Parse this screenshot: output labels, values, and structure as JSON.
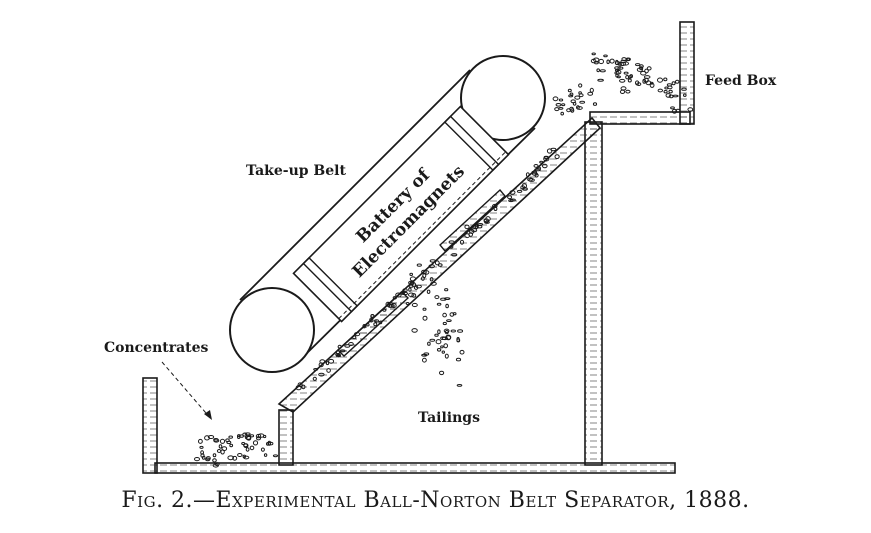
{
  "labels": {
    "feed_box": "Feed Box",
    "take_up_belt": "Take-up Belt",
    "battery_line1": "Battery of",
    "battery_line2": "Electromagnets",
    "concentrates": "Concentrates",
    "tailings": "Tailings"
  },
  "caption": "Fig. 2.—Experimental Ball-Norton Belt Separator, 1888.",
  "colors": {
    "ink": "#1a1a1a",
    "paper": "#ffffff"
  }
}
